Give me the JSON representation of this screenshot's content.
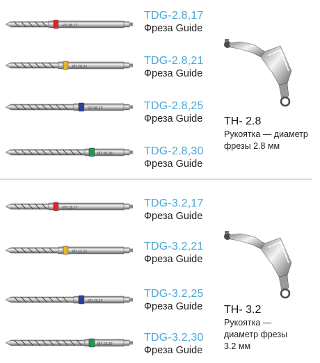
{
  "group1": {
    "items": [
      {
        "code": "TDG-2.8,17",
        "name": "Фреза Guide",
        "band": "#e0242a",
        "marking": "Ø2.8L17"
      },
      {
        "code": "TDG-2.8,21",
        "name": "Фреза Guide",
        "band": "#e8b526",
        "marking": "Ø2.8L21"
      },
      {
        "code": "TDG-2.8,25",
        "name": "Фреза Guide",
        "band": "#2b3fa6",
        "marking": "Ø2.8L25"
      },
      {
        "code": "TDG-2.8,30",
        "name": "Фреза Guide",
        "band": "#1e9a4a",
        "marking": "Ø2.8L30"
      }
    ],
    "handle": {
      "title": "TH- 2.8",
      "desc_line1": "Рукоятка — диаметр",
      "desc_line2": "фрезы 2.8 мм"
    }
  },
  "group2": {
    "items": [
      {
        "code": "TDG-3.2,17",
        "name": "Фреза Guide",
        "band": "#e0242a",
        "marking": "Ø3.2L17"
      },
      {
        "code": "TDG-3.2,21",
        "name": "Фреза Guide",
        "band": "#e8b526",
        "marking": "Ø3.2L21"
      },
      {
        "code": "TDG-3.2,25",
        "name": "Фреза Guide",
        "band": "#2b3fa6",
        "marking": "Ø3.2L25"
      },
      {
        "code": "TDG-3.2,30",
        "name": "Фреза Guide",
        "band": "#1e9a4a",
        "marking": "Ø3.2L30"
      }
    ],
    "handle": {
      "title": "TH- 3.2",
      "desc_line1": "Рукоятка —",
      "desc_line2": "диаметр фрезы",
      "desc_line3": "3.2   мм"
    }
  },
  "colors": {
    "code": "#4aa8da",
    "text": "#222222",
    "divider": "#9a9a9a"
  },
  "icons": {
    "drill": "drill-bit-icon",
    "handle": "drill-handle-icon"
  }
}
